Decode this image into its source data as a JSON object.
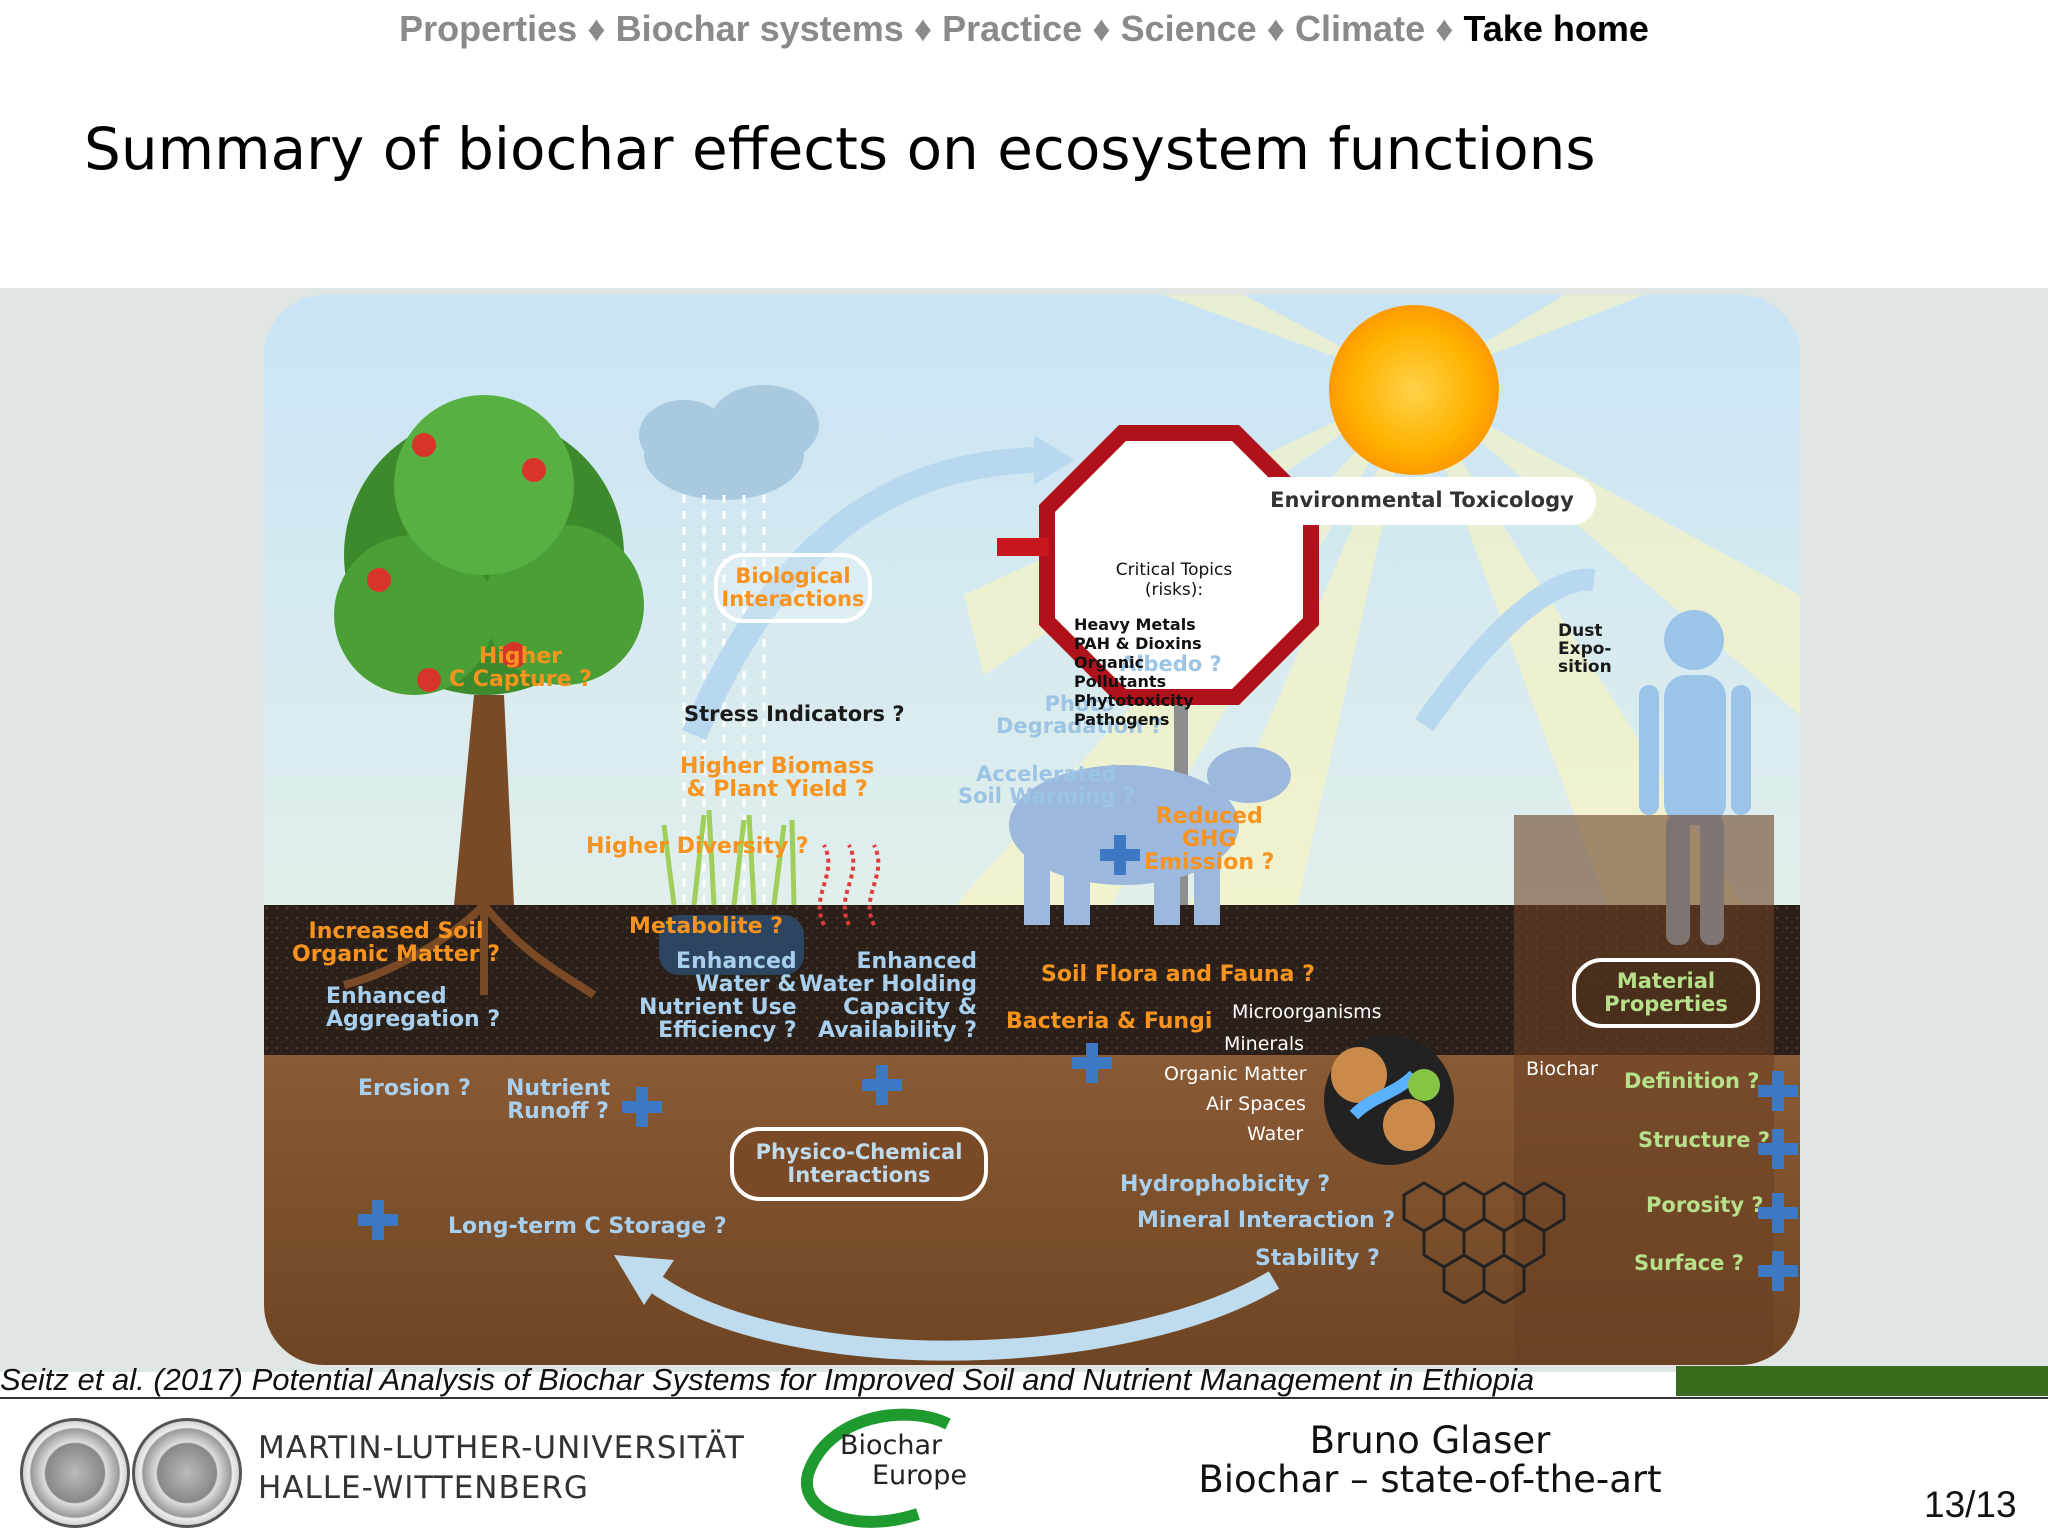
{
  "nav": {
    "items": [
      "Properties",
      "Biochar systems",
      "Practice",
      "Science",
      "Climate"
    ],
    "active": "Take home",
    "separator": "♦"
  },
  "title": "Summary of biochar effects on ecosystem functions",
  "figure": {
    "labels": {
      "higher_c_capture": "Higher\nC Capture ?",
      "biological_interactions": "Biological\nInteractions",
      "stress_indicators": "Stress Indicators ?",
      "higher_biomass": "Higher Biomass\n& Plant Yield ?",
      "higher_diversity": "Higher Diversity ?",
      "albedo": "Albedo ?",
      "photo_degradation": "Photo\nDegradation ?",
      "accelerated_soil_warming": "Accelerated\nSoil Warming ?",
      "reduced_ghg": "Reduced\nGHG\nEmission ?",
      "environmental_toxicology": "Environmental Toxicology",
      "critical_topics_title": "Critical\nTopics (risks):",
      "critical_topics": [
        "Heavy Metals",
        "PAH & Dioxins",
        "Organic\nPollutants",
        "Phytotoxicity",
        "Pathogens"
      ],
      "dust_exposition": "Dust\nExpo-\nsition",
      "increased_som": "Increased Soil\nOrganic Matter ?",
      "enhanced_aggregation": "Enhanced\nAggregation ?",
      "metabolite": "Metabolite ?",
      "enhanced_water_nutrient": "Enhanced\nWater &\nNutrient Use\nEfficiency ?",
      "enhanced_water_holding": "Enhanced\nWater Holding\nCapacity &\nAvailability ?",
      "soil_flora_fauna": "Soil Flora and Fauna ?",
      "bacteria_fungi": "Bacteria & Fungi",
      "microorganisms": "Microorganisms",
      "minerals": "Minerals",
      "organic_matter": "Organic Matter",
      "air_spaces": "Air Spaces",
      "water": "Water",
      "biochar": "Biochar",
      "material_properties": "Material\nProperties",
      "erosion": "Erosion ?",
      "nutrient_runoff": "Nutrient\nRunoff ?",
      "physico_chemical": "Physico-Chemical\nInteractions",
      "long_term_c": "Long-term C Storage ?",
      "hydrophobicity": "Hydrophobicity ?",
      "mineral_interaction": "Mineral Interaction ?",
      "stability": "Stability ?",
      "definition": "Definition ?",
      "structure": "Structure ?",
      "porosity": "Porosity ?",
      "surface": "Surface ?"
    }
  },
  "citation": "Seitz et al. (2017) Potential Analysis of Biochar Systems for Improved Soil and Nutrient Management in Ethiopia",
  "footer": {
    "university_line1": "MARTIN-LUTHER-UNIVERSITÄT",
    "university_line2": "HALLE-WITTENBERG",
    "logo_line1": "Biochar",
    "logo_line2": "Europe",
    "author": "Bruno Glaser",
    "subtitle": "Biochar – state-of-the-art",
    "page": "13/13"
  }
}
